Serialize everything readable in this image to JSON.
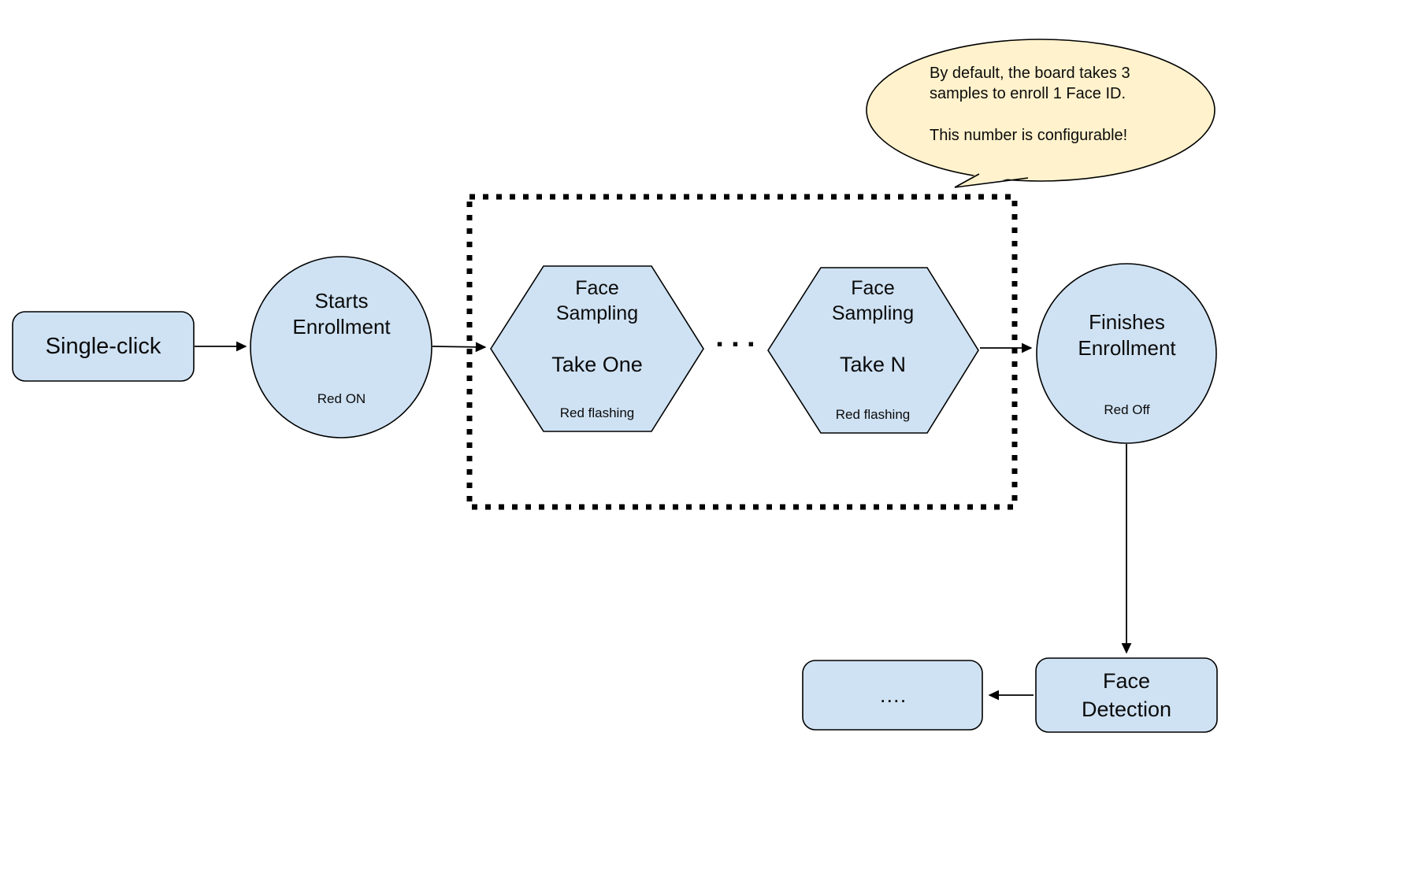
{
  "colors": {
    "node_fill": "#cfe2f3",
    "node_stroke": "#000000",
    "callout_fill": "#fff2cc",
    "callout_stroke": "#000000",
    "arrow": "#000000"
  },
  "nodes": {
    "single_click": {
      "label": "Single-click"
    },
    "starts_enrollment": {
      "title": "Starts\nEnrollment",
      "status": "Red ON"
    },
    "face_sampling_1": {
      "title": "Face\nSampling",
      "step": "Take One",
      "status": "Red flashing"
    },
    "face_sampling_n": {
      "title": "Face\nSampling",
      "step": "Take N",
      "status": "Red flashing"
    },
    "finishes_enrollment": {
      "title": "Finishes\nEnrollment",
      "status": "Red Off"
    },
    "face_detection": {
      "label": "Face\nDetection"
    },
    "continuation": {
      "label": "…."
    }
  },
  "separator": {
    "dots": "▪ ▪ ▪"
  },
  "callout": {
    "text": "By default, the board takes 3\nsamples to enroll 1 Face ID.\n\nThis number is configurable!"
  }
}
